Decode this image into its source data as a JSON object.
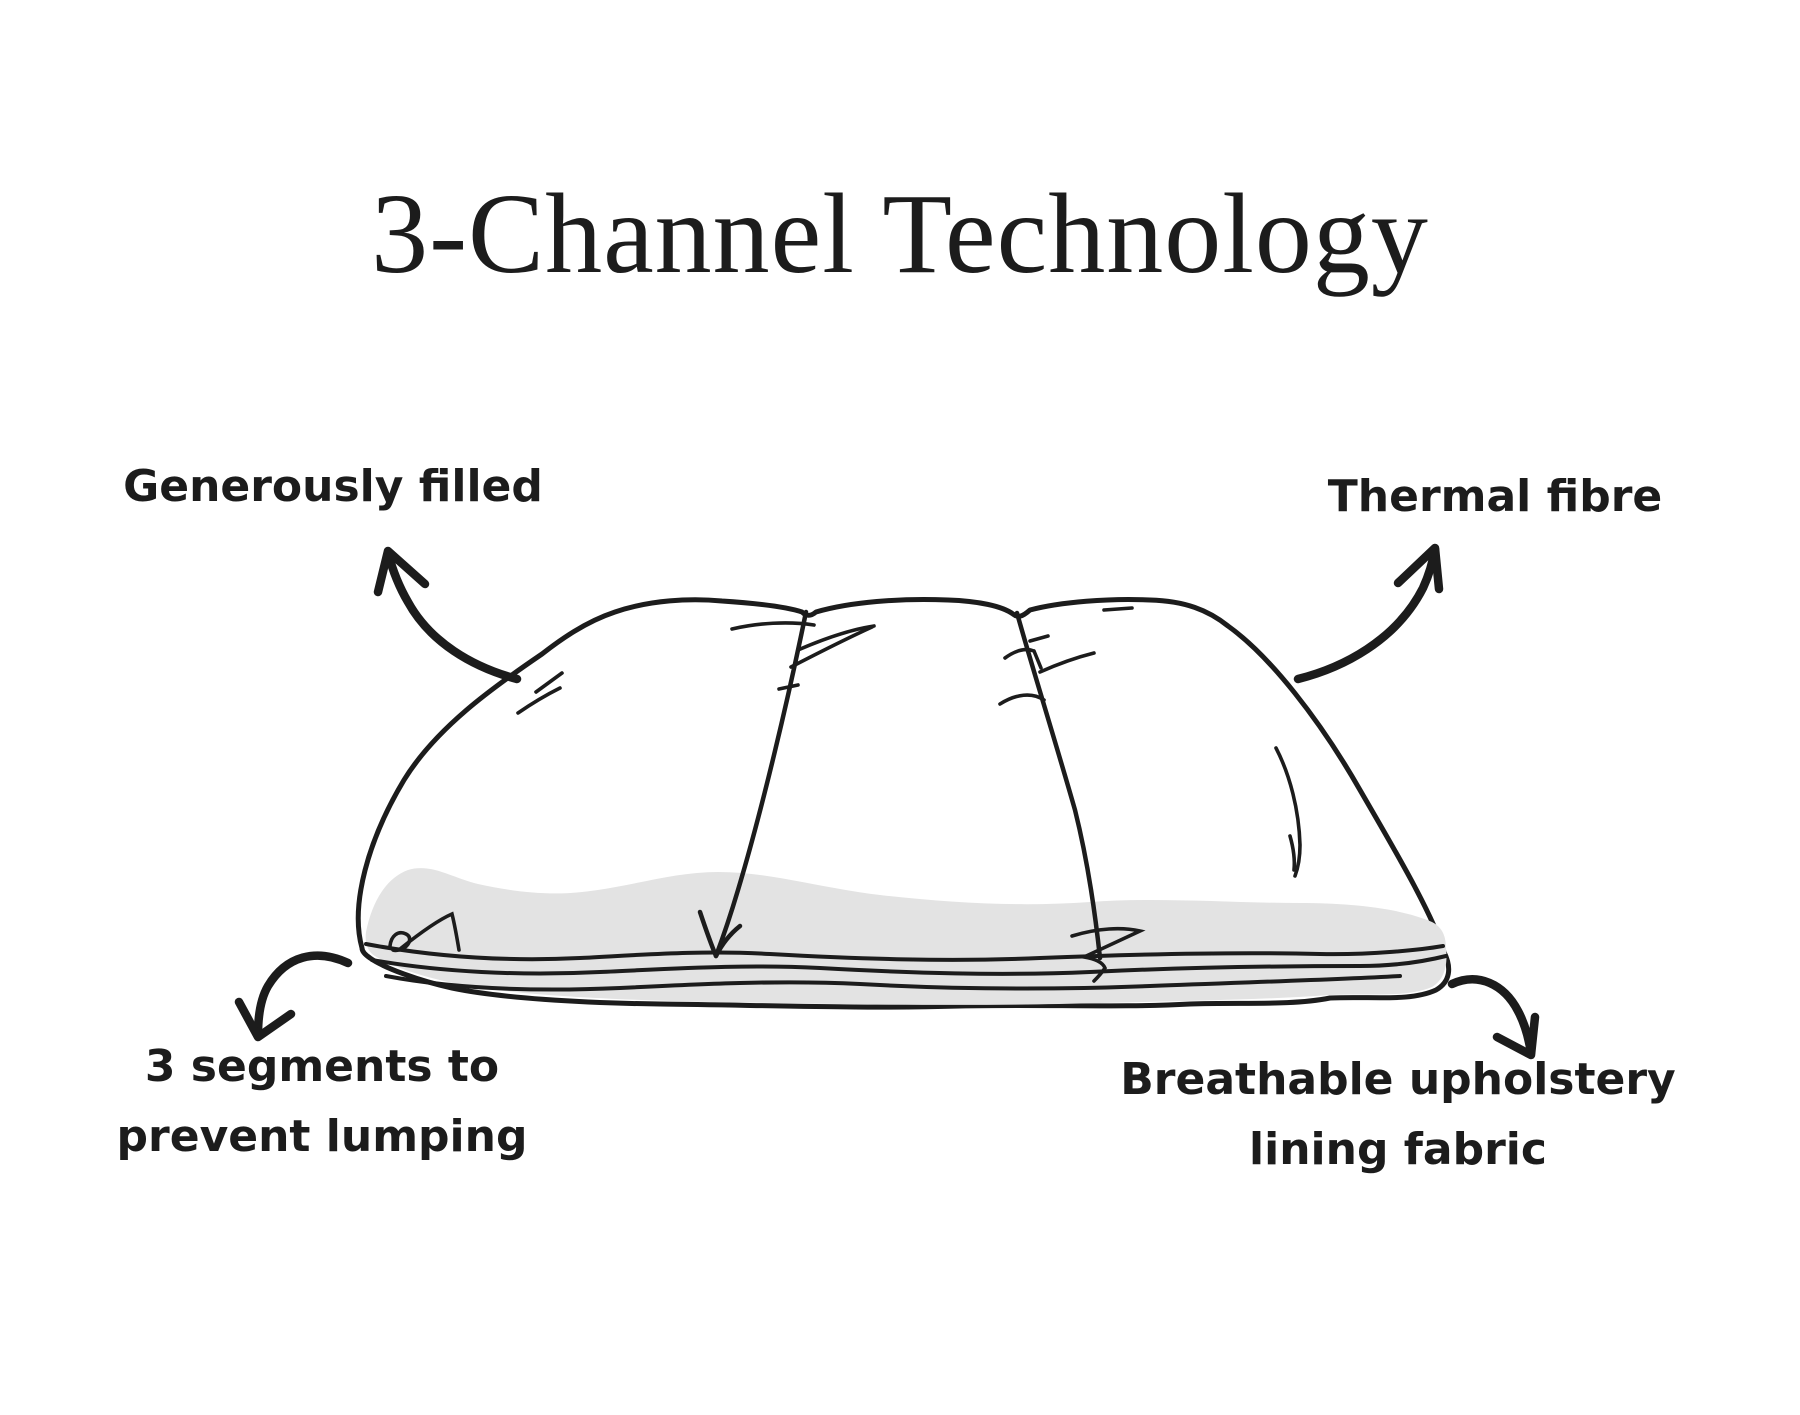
{
  "title": "3-Channel Technology",
  "colors": {
    "ink": "#1c1c1c",
    "pillow_fill": "#ffffff",
    "pillow_shading": "#e3e3e3",
    "background": "#ffffff"
  },
  "labels": {
    "top_left": "Generously filled",
    "top_right": "Thermal fibre",
    "bottom_left_line1": "3 segments to",
    "bottom_left_line2": "prevent lumping",
    "bottom_right_line1": "Breathable upholstery",
    "bottom_right_line2": "lining fabric"
  },
  "illustration": {
    "description": "hand-drawn pillow with 3 vertical channel seams and shaded lining at the bottom"
  }
}
